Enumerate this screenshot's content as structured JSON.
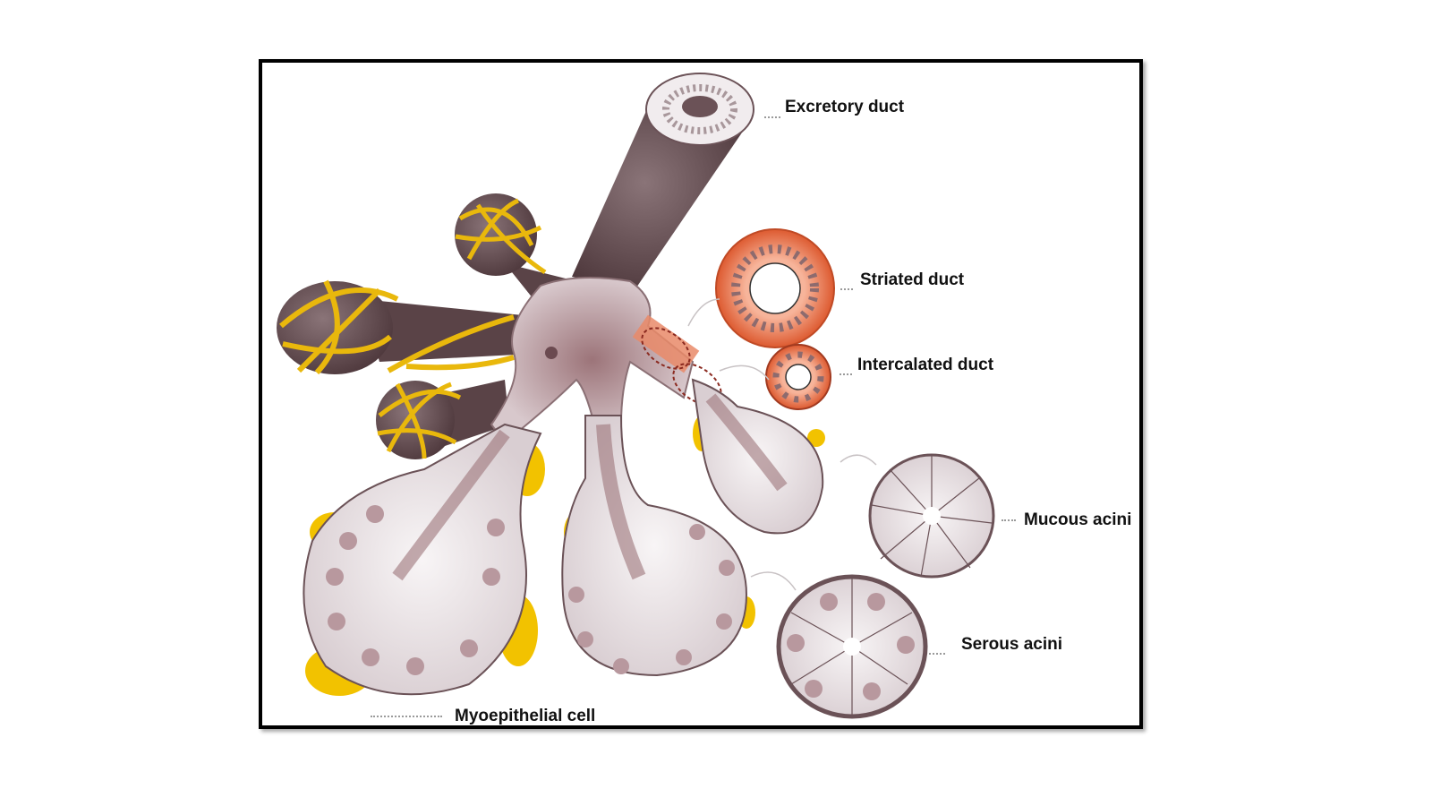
{
  "labels": {
    "excretory_duct": "Excretory duct",
    "striated_duct": "Striated duct",
    "intercalated_duct": "Intercalated duct",
    "mucous_acini": "Mucous acini",
    "serous_acini": "Serous acini",
    "myoepithelial_cell": "Myoepithelial cell"
  },
  "colors": {
    "duct_dark": "#5a4347",
    "cell_pale": "#ece6e8",
    "striated": "#e0663f",
    "myoepithelial": "#f2c200",
    "frame": "#000000"
  }
}
